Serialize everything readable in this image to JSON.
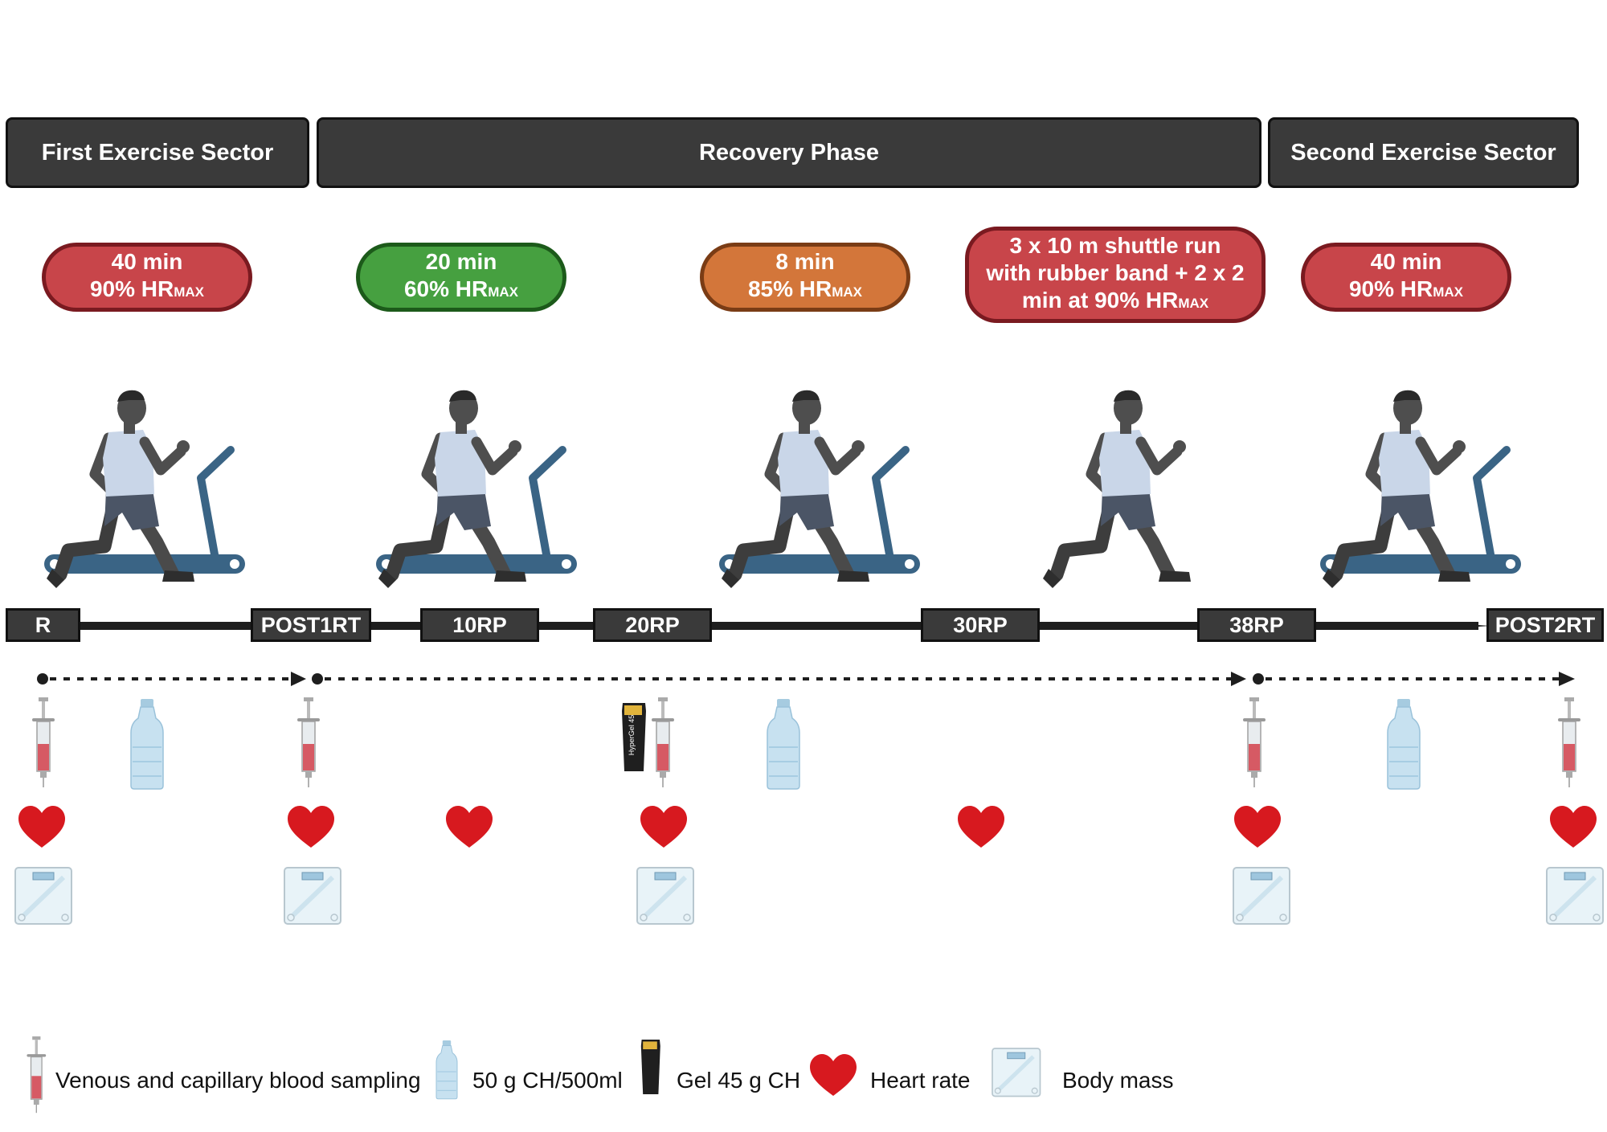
{
  "phases": {
    "first": "First Exercise Sector",
    "recovery": "Recovery Phase",
    "second": "Second Exercise Sector"
  },
  "intensities": [
    {
      "line1": "40 min",
      "line2": "90% HR",
      "sub": "MAX",
      "color": "#c8454a",
      "border": "#7a1a20"
    },
    {
      "line1": "20 min",
      "line2": "60% HR",
      "sub": "MAX",
      "color": "#46a040",
      "border": "#1c5a1a"
    },
    {
      "line1": "8 min",
      "line2": "85% HR",
      "sub": "MAX",
      "color": "#d3763a",
      "border": "#7a3c15"
    },
    {
      "line1": "3 x 10 m shuttle run",
      "line2": "with rubber band + 2 x 2",
      "line3": "min at 90% HR",
      "sub": "MAX",
      "color": "#c8454a",
      "border": "#7a1a20"
    },
    {
      "line1": "40 min",
      "line2": "90% HR",
      "sub": "MAX",
      "color": "#c8454a",
      "border": "#7a1a20"
    }
  ],
  "timepoints": [
    "R",
    "POST1RT",
    "10RP",
    "20RP",
    "30RP",
    "38RP",
    "POST2RT"
  ],
  "legend": {
    "blood": "Venous and capillary blood sampling",
    "drink": "50 g CH/500ml",
    "gel": "Gel 45 g CH",
    "heart": "Heart rate",
    "mass": "Body mass"
  },
  "gel_label": "HyperGel 45",
  "colors": {
    "phase_bg": "#3a3a3a",
    "heart": "#d7191f",
    "treadmill": "#3a6485",
    "shirt": "#c9d6e8"
  }
}
